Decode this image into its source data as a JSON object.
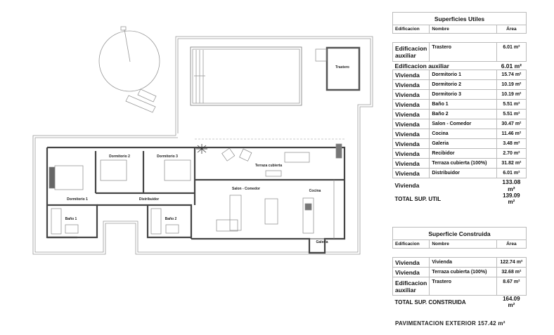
{
  "plan": {
    "rooms": {
      "dormitorio1": "Dormitorio 1",
      "dormitorio2": "Dormitorio 2",
      "dormitorio3": "Dormitorio 3",
      "distribuidor": "Distribuidor",
      "bano1": "Baño 1",
      "bano2": "Baño 2",
      "terraza": "Terraza cubierta",
      "salon": "Salon - Comedor",
      "cocina": "Cocina",
      "galeria": "Galeria",
      "trastero": "Trastero"
    }
  },
  "utiles": {
    "title": "Superficies Utiles",
    "headers": [
      "Edificacion",
      "Nombre",
      "Área"
    ],
    "aux_rows": [
      {
        "edif": "Edificacion auxiliar",
        "nombre": "Trastero",
        "area": "6.01 m²"
      }
    ],
    "aux_sum": {
      "label": "Edificacion auxiliar",
      "area": "6.01 m²"
    },
    "rows": [
      {
        "edif": "Vivienda",
        "nombre": "Dormitorio 1",
        "area": "15.74 m²"
      },
      {
        "edif": "Vivienda",
        "nombre": "Dormitorio 2",
        "area": "10.19 m²"
      },
      {
        "edif": "Vivienda",
        "nombre": "Dormitorio 3",
        "area": "10.19 m²"
      },
      {
        "edif": "Vivienda",
        "nombre": "Baño 1",
        "area": "5.51 m²"
      },
      {
        "edif": "Vivienda",
        "nombre": "Baño 2",
        "area": "5.51 m²"
      },
      {
        "edif": "Vivienda",
        "nombre": "Salon - Comedor",
        "area": "30.47 m²"
      },
      {
        "edif": "Vivienda",
        "nombre": "Cocina",
        "area": "11.46 m²"
      },
      {
        "edif": "Vivienda",
        "nombre": "Galeria",
        "area": "3.48 m²"
      },
      {
        "edif": "Vivienda",
        "nombre": "Recibidor",
        "area": "2.70 m²"
      },
      {
        "edif": "Vivienda",
        "nombre": "Terraza cubierta (100%)",
        "area": "31.82 m²"
      },
      {
        "edif": "Vivienda",
        "nombre": "Distribuidor",
        "area": "6.01 m²"
      }
    ],
    "viv_sum": {
      "label": "Vivienda",
      "area": "133.08 m²"
    },
    "total": {
      "label": "TOTAL SUP. UTIL",
      "area": "139.09 m²"
    }
  },
  "construida": {
    "title": "Superficie Construida",
    "headers": [
      "Edificacion",
      "Nombre",
      "Área"
    ],
    "rows": [
      {
        "edif": "Vivienda",
        "nombre": "Vivienda",
        "area": "122.74 m²"
      },
      {
        "edif": "Vivienda",
        "nombre": "Terraza cubierta (100%)",
        "area": "32.68 m²"
      },
      {
        "edif": "Edificacion auxiliar",
        "nombre": "Trastero",
        "area": "8.67 m²"
      }
    ],
    "total": {
      "label": "TOTAL SUP. CONSTRUIDA",
      "area": "164.09 m²"
    }
  },
  "pavimentacion": "PAVIMENTACION EXTERIOR 157.42 m²"
}
